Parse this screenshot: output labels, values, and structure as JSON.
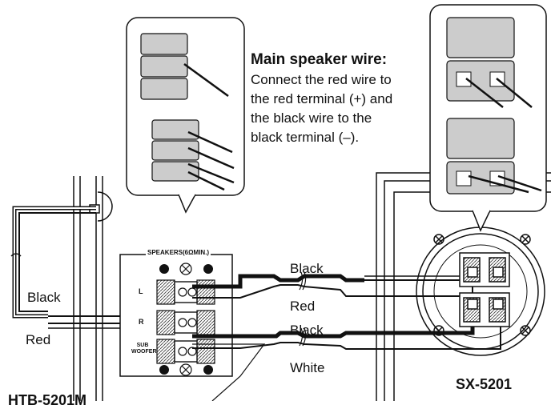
{
  "caption": {
    "title": "Main speaker wire:",
    "lines": [
      "Connect the red wire to",
      "the red terminal (+) and",
      "the black wire to the",
      "black terminal (–)."
    ]
  },
  "panel": {
    "header": "SPEAKERS(6ΩMIN.)",
    "rows": [
      "L",
      "R",
      "SUB WOOFER"
    ]
  },
  "wires": {
    "left_black": "Black",
    "left_red": "Red",
    "top_black": "Black",
    "top_red": "Red",
    "bottom_black": "Black",
    "bottom_white": "White"
  },
  "models": {
    "left_partial": "HTB-5201M",
    "right": "SX-5201"
  }
}
